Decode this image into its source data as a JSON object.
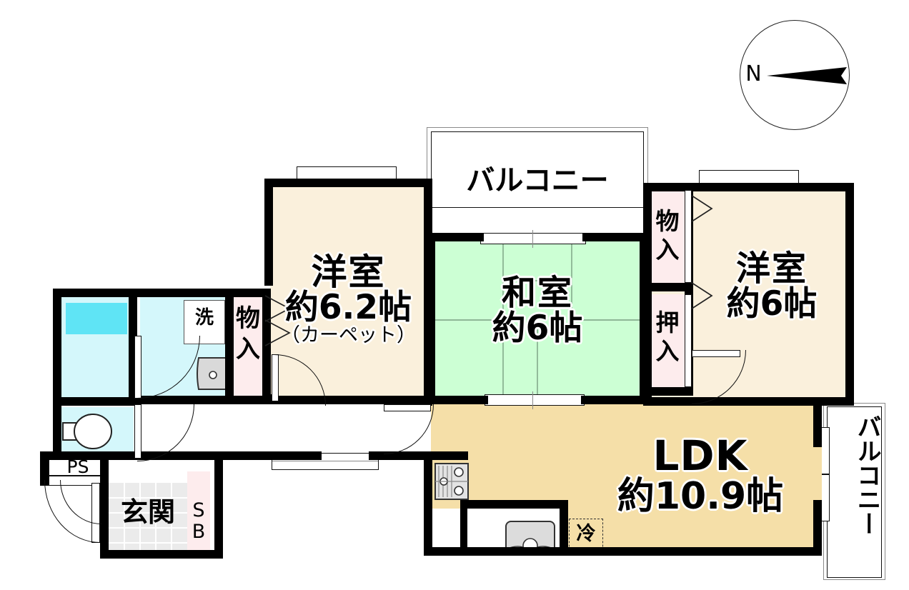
{
  "plan": {
    "type": "japanese-apartment-floor-plan",
    "layout_code": "3LDK",
    "compass": {
      "label": "N",
      "points": "west",
      "icon": "compass-north-arrow"
    },
    "rooms": [
      {
        "id": "balcony-top",
        "label_lines": [
          "バルコニー"
        ],
        "kind": "balcony",
        "color": "#ffffff"
      },
      {
        "id": "balcony-right",
        "label_lines": [
          "バルコニー"
        ],
        "kind": "balcony",
        "color": "#ffffff",
        "orientation": "vertical"
      },
      {
        "id": "western-room-62",
        "label_lines": [
          "洋室",
          "約6.2帖",
          "（カーペット）"
        ],
        "kind": "western",
        "color": "#faf0dc",
        "size": "6.2帖",
        "flooring": "カーペット"
      },
      {
        "id": "japanese-room-6",
        "label_lines": [
          "和室",
          "約6帖"
        ],
        "kind": "tatami",
        "color": "#ccffd4",
        "size": "6帖"
      },
      {
        "id": "western-room-6",
        "label_lines": [
          "洋室",
          "約6帖"
        ],
        "kind": "western",
        "color": "#faf0dc",
        "size": "6帖"
      },
      {
        "id": "ldk",
        "label_lines": [
          "LDK",
          "約10.9帖"
        ],
        "kind": "living-dining-kitchen",
        "color": "#f5dfa8",
        "size": "10.9帖"
      },
      {
        "id": "genkan",
        "label_lines": [
          "玄関"
        ],
        "kind": "entrance",
        "color": "#ebebeb"
      }
    ],
    "storages": [
      {
        "id": "monoire-left",
        "label": "物入",
        "chars": [
          "物",
          "入"
        ],
        "color": "#fdeced"
      },
      {
        "id": "monoire-right",
        "label": "物入",
        "chars": [
          "物",
          "入"
        ],
        "color": "#fdeced"
      },
      {
        "id": "oshiire",
        "label": "押入",
        "chars": [
          "押",
          "入"
        ],
        "color": "#fdeced"
      },
      {
        "id": "shoe-box",
        "label": "SB",
        "chars": [
          "S",
          "B"
        ],
        "color": "#fdeced"
      },
      {
        "id": "pipe-space",
        "label": "PS",
        "color": "#ffffff"
      }
    ],
    "fixtures": [
      {
        "id": "bathtub",
        "label": "",
        "icon": "bathtub-icon"
      },
      {
        "id": "washing-machine",
        "label": "洗",
        "icon": "washing-machine-icon"
      },
      {
        "id": "washbasin",
        "label": "",
        "icon": "washbasin-icon"
      },
      {
        "id": "toilet",
        "label": "",
        "icon": "toilet-icon"
      },
      {
        "id": "gas-stove",
        "label": "",
        "icon": "gas-stove-icon",
        "burners": 3
      },
      {
        "id": "kitchen-sink",
        "label": "",
        "icon": "kitchen-sink-icon"
      },
      {
        "id": "refrigerator",
        "label": "冷",
        "icon": "refrigerator-icon",
        "style": "dashed-outline"
      }
    ]
  }
}
